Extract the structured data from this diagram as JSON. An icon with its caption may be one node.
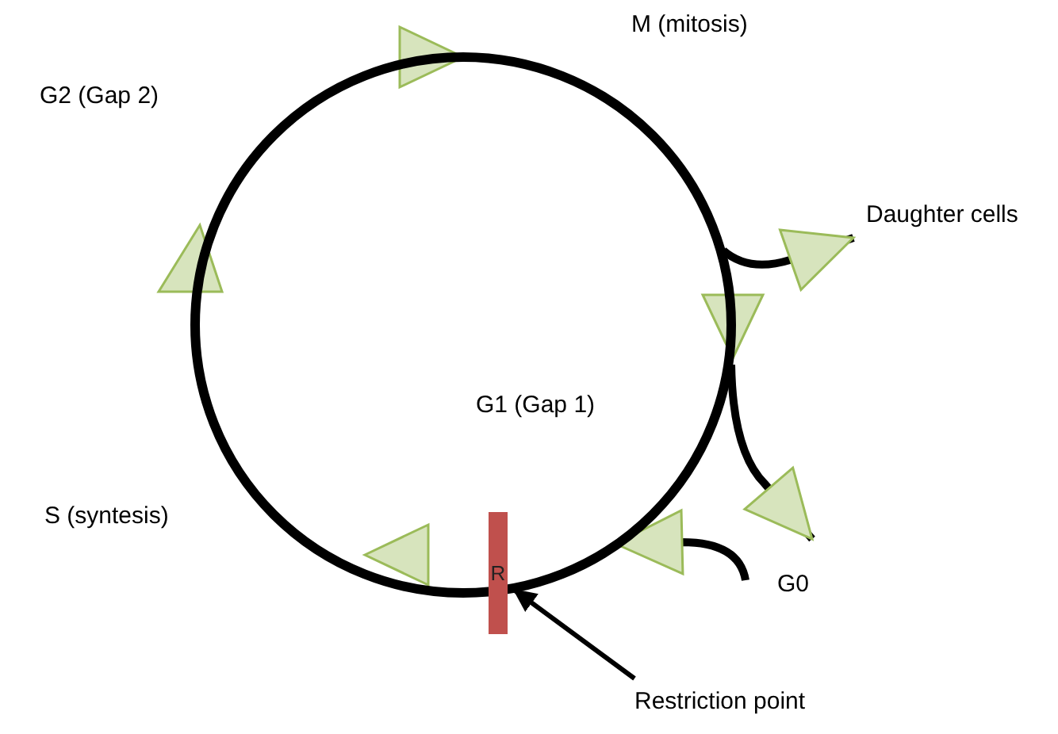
{
  "diagram": {
    "nodes": [
      {
        "text": [],
        "shape": "circle"
      },
      {
        "text": [
          "R"
        ]
      },
      {
        "text": [
          "Daughter cells"
        ]
      },
      {
        "text": [
          "G0"
        ]
      },
      {
        "text": [
          "Restriction point"
        ]
      }
    ],
    "edges": [
      {
        "from": 0,
        "to": 2,
        "arrow": "to"
      },
      {
        "from": 0,
        "to": 3,
        "arrow": "to"
      },
      {
        "from": 3,
        "to": 0,
        "arrow": "to"
      },
      {
        "from": 4,
        "to": 1,
        "arrow": "to"
      }
    ],
    "labels": [
      "M (mitosis)",
      "G2 (Gap 2)",
      "G1 (Gap 1)",
      "S (syntesis)"
    ]
  }
}
